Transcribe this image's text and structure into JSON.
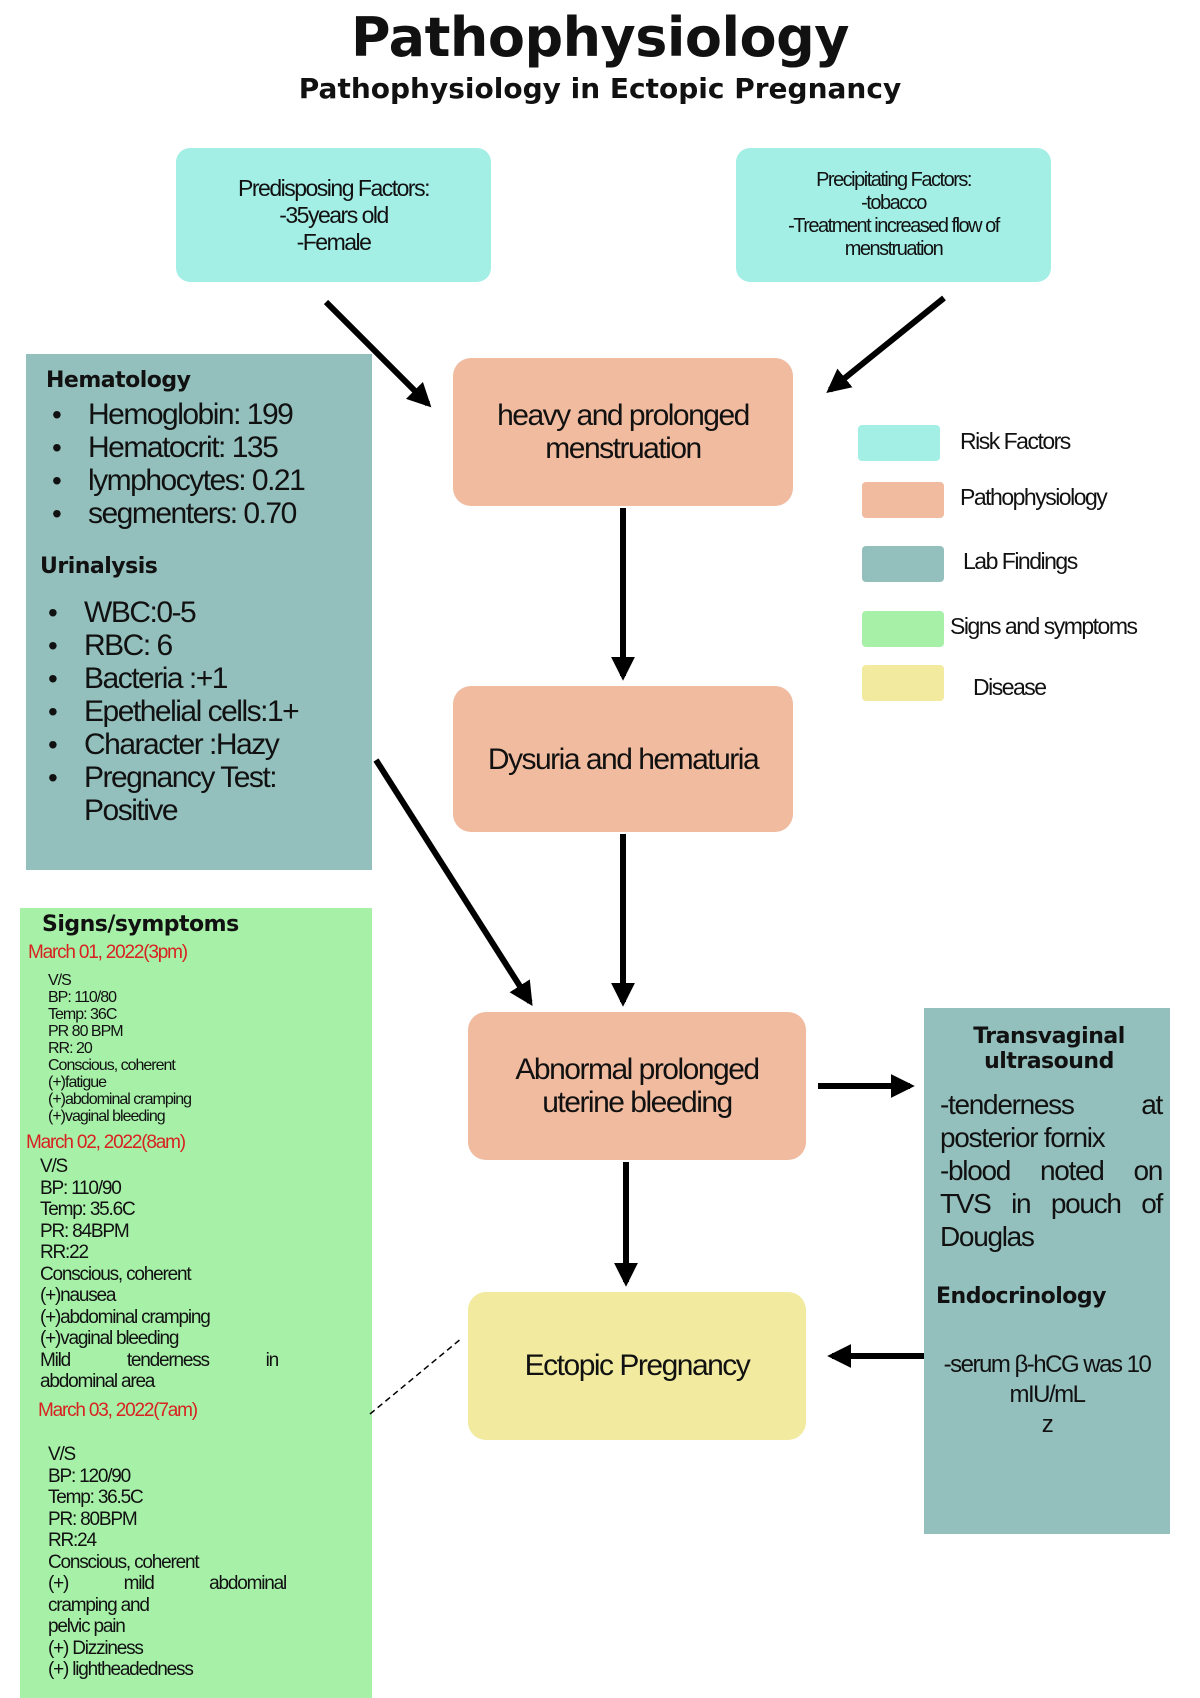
{
  "title": "Pathophysiology",
  "subtitle": "Pathophysiology in Ectopic Pregnancy",
  "predisposing": [
    "Predisposing Factors:",
    "-35years old",
    "-Female"
  ],
  "precipitating": [
    "Precipitating Factors:",
    "-tobacco",
    "-Treatment increased flow of",
    "menstruation"
  ],
  "patho_nodes": {
    "heavy": [
      "heavy and prolonged",
      "menstruation"
    ],
    "dysuria": "Dysuria and hematuria",
    "abnormal": [
      "Abnormal prolonged",
      "uterine bleeding"
    ]
  },
  "disease": "Ectopic Pregnancy",
  "legend": [
    {
      "label": "Risk Factors",
      "color": "#a3efe6"
    },
    {
      "label": "Pathophysiology",
      "color": "#f0bb9f"
    },
    {
      "label": "Lab Findings",
      "color": "#93bfbc"
    },
    {
      "label": "Signs and symptoms",
      "color": "#a6f0a8"
    },
    {
      "label": "Disease",
      "color": "#f1ea9f"
    }
  ],
  "hematology": {
    "title": "Hematology",
    "items": [
      "Hemoglobin: 199",
      "Hematocrit: 135",
      "lymphocytes: 0.21",
      "segmenters: 0.70"
    ]
  },
  "urinalysis": {
    "title": "Urinalysis",
    "items": [
      "WBC:0-5",
      "RBC: 6",
      "Bacteria :+1",
      "Epethelial cells:1+",
      "Character :Hazy",
      "Pregnancy Test: Positive"
    ]
  },
  "signs": {
    "title": "Signs/symptoms",
    "day1": {
      "date": "March 01, 2022(3pm)",
      "lines": [
        "V/S",
        "BP: 110/80",
        "Temp: 36C",
        "PR 80 BPM",
        "RR: 20",
        "Conscious, coherent",
        "(+)fatigue",
        "(+)abdominal cramping",
        "(+)vaginal bleeding"
      ]
    },
    "day2": {
      "date": "March 02, 2022(8am)",
      "lines": [
        "V/S",
        "BP: 110/90",
        "Temp: 35.6C",
        "PR: 84BPM",
        "RR:22",
        "Conscious, coherent",
        "(+)nausea",
        "(+)abdominal cramping",
        "(+)vaginal bleeding",
        "Mild tenderness in",
        "abdominal area"
      ]
    },
    "day3": {
      "date": "March 03, 2022(7am)",
      "lines": [
        "V/S",
        "BP: 120/90",
        "Temp: 36.5C",
        "PR: 80BPM",
        "RR:24",
        "Conscious, coherent",
        "(+) mild abdominal",
        "cramping and",
        "pelvic pain",
        "(+) Dizziness",
        "(+) lightheadedness"
      ]
    }
  },
  "tvs": {
    "title": "Transvaginal ultrasound",
    "lines": [
      "-tenderness at",
      "posterior fornix",
      "-blood noted on",
      "TVS in pouch of",
      "Douglas"
    ]
  },
  "endo": {
    "title": "Endocrinology",
    "lines": [
      "-serum β-hCG was 10",
      "mIU/mL",
      "z"
    ]
  }
}
